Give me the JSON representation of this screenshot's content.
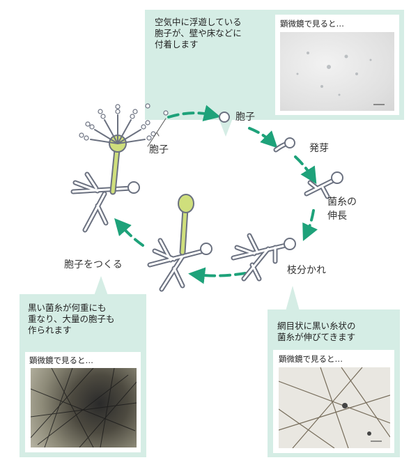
{
  "callouts": {
    "top": {
      "text": "空気中に浮遊している\n胞子が、壁や床などに\n付着します",
      "caption": "顕微鏡で見ると…"
    },
    "left": {
      "text": "黒い菌糸が何重にも\n重なり、大量の胞子も\n作られます",
      "caption": "顕微鏡で見ると…"
    },
    "right": {
      "text": "網目状に黒い糸状の\n菌糸が伸びてきます",
      "caption": "顕微鏡で見ると…"
    }
  },
  "stages": {
    "spore_on_plant": "胞子",
    "spore": "胞子",
    "germination": "発芽",
    "hyphae_growth": "菌糸の\n伸長",
    "branching": "枝分かれ",
    "spore_formation": "胞子をつくる"
  },
  "colors": {
    "callout_bg": "#d5ede5",
    "arrow": "#1ea27a",
    "sporangium": "#cfdf7c",
    "hypha_outline": "#6b7180"
  }
}
